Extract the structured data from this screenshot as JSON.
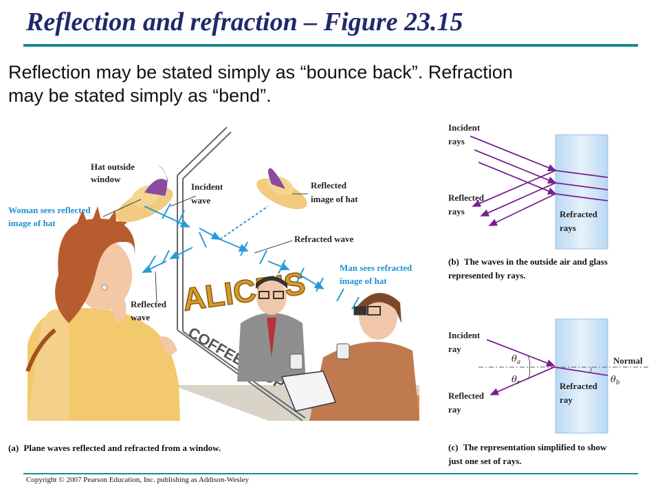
{
  "slide": {
    "title": "Reflection and refraction – Figure 23.15",
    "intro_line1": "Reflection may be stated simply as “bounce back”.  Refraction",
    "intro_line2": "may be stated simply as “bend”.",
    "copyright": "Copyright © 2007 Pearson Education, Inc. publishing as Addison-Wesley"
  },
  "figure_a": {
    "hat_outside_1": "Hat outside",
    "hat_outside_2": "window",
    "incident_1": "Incident",
    "incident_2": "wave",
    "reflected_img_1": "Reflected",
    "reflected_img_2": "image of hat",
    "woman_sees_1": "Woman sees reflected",
    "woman_sees_2": "image of hat",
    "refracted_wave": "Refracted wave",
    "man_sees_1": "Man sees refracted",
    "man_sees_2": "image of hat",
    "reflected_wave_1": "Reflected",
    "reflected_wave_2": "wave",
    "sign_word": "ALICE'S",
    "sign_sub": "COFFEE SHOP",
    "caption_letter": "(a)",
    "caption": "Plane waves reflected and refracted from a window."
  },
  "figure_b": {
    "incident_1": "Incident",
    "incident_2": "rays",
    "reflected_1": "Reflected",
    "reflected_2": "rays",
    "refracted_1": "Refracted",
    "refracted_2": "rays",
    "caption_letter": "(b)",
    "caption_1": "The waves in the outside air and glass",
    "caption_2": "represented by rays."
  },
  "figure_c": {
    "incident_1": "Incident",
    "incident_2": "ray",
    "reflected_1": "Reflected",
    "reflected_2": "ray",
    "refracted_1": "Refracted",
    "refracted_2": "ray",
    "normal": "Normal",
    "theta": "θ",
    "sub_a": "a",
    "sub_r": "r",
    "sub_b": "b",
    "caption_letter": "(c)",
    "caption_1": "The representation simplified to show",
    "caption_2": "just one set of rays."
  },
  "colors": {
    "title": "#1f2a6b",
    "rule": "#1a8a8c",
    "ray": "#7a1f8f",
    "wave": "#2a9ad6",
    "glass": "#cfe4f7"
  }
}
